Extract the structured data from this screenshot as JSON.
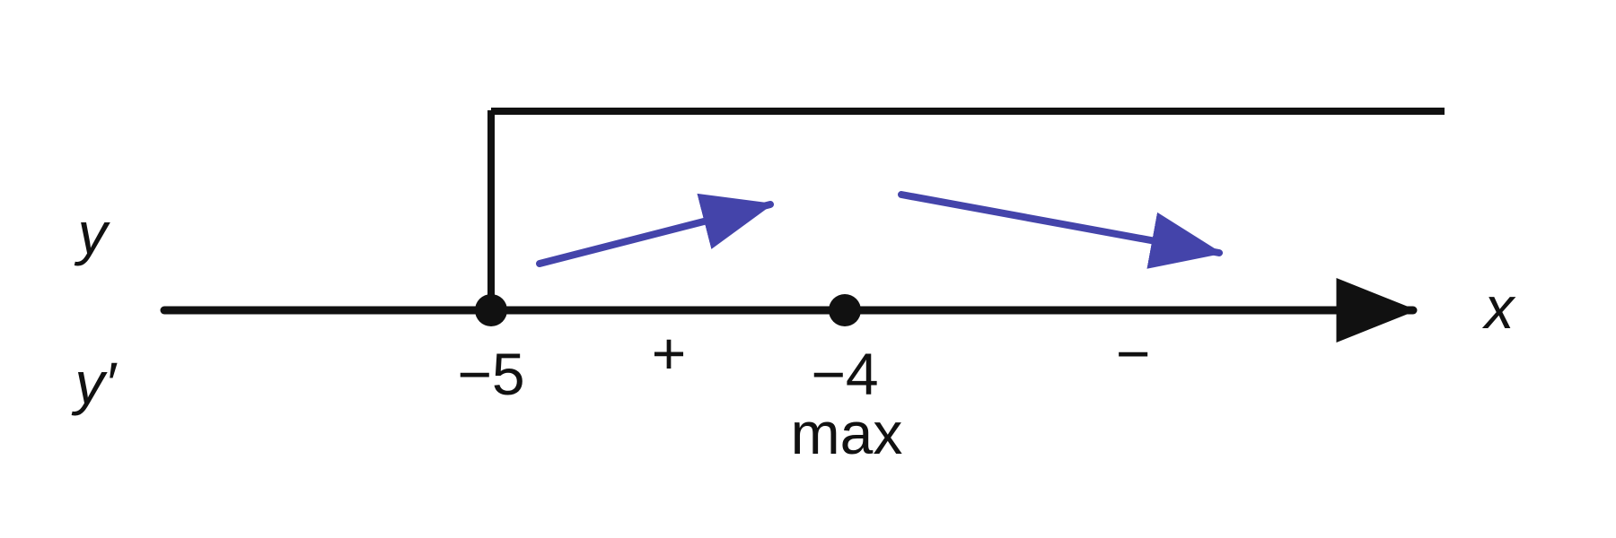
{
  "colors": {
    "ink": "#111111",
    "arrow": "#4444aa",
    "background": "#ffffff"
  },
  "row_labels": {
    "function": "y",
    "derivative": "y′"
  },
  "axis": {
    "label": "x"
  },
  "critical_points": [
    {
      "label": "−5",
      "value": -5
    },
    {
      "label": "−4",
      "value": -4
    }
  ],
  "sign_marks": [
    {
      "label": "+"
    },
    {
      "label": "−"
    }
  ],
  "extremum_label": "max",
  "monotonicity": [
    {
      "direction": "increasing"
    },
    {
      "direction": "decreasing"
    }
  ]
}
